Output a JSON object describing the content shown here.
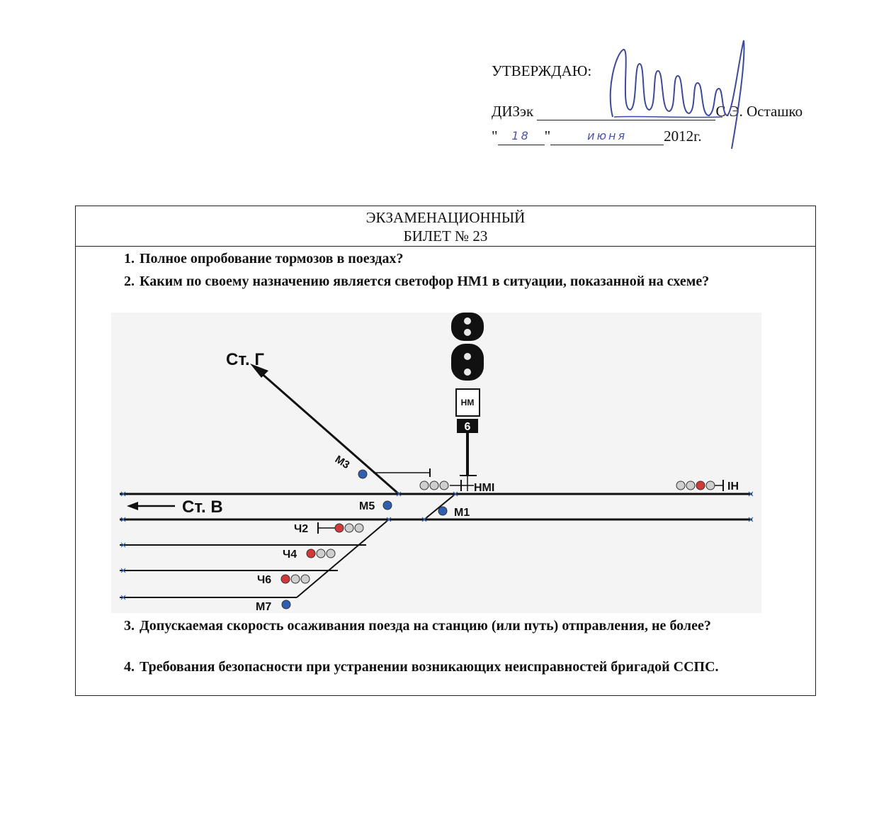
{
  "approval": {
    "approve_label": "УТВЕРЖДАЮ:",
    "position": "ДИЗэк",
    "signer": "С.Э. Осташко",
    "day": "18",
    "month": "июня",
    "year_text": "2012г."
  },
  "ticket": {
    "title_line1": "ЭКЗАМЕНАЦИОННЫЙ",
    "title_line2": "БИЛЕТ № 23",
    "questions": [
      {
        "num": "1.",
        "text": "Полное опробование тормозов в поездах?"
      },
      {
        "num": "2.",
        "text": "Каким по своему назначению является светофор НМ1 в ситуации, показанной на схеме?"
      },
      {
        "num": "3.",
        "text": "Допускаемая скорость осаживания поезда на станцию (или путь) отправления, не более?"
      },
      {
        "num": "4.",
        "text": "Требования безопасности при устранении возникающих неисправностей бригадой ССПС."
      }
    ]
  },
  "scheme": {
    "station_g": "Ст. Г",
    "station_v": "Ст. В",
    "sign_top": "НМ",
    "sign_number": "6",
    "signals": {
      "nm1": "НМI",
      "in": "IН",
      "m1": "М1",
      "m3": "М3",
      "m5": "М5",
      "m7": "М7",
      "ch2": "Ч2",
      "ch4": "Ч4",
      "ch6": "Ч6"
    },
    "colors": {
      "red": "#d23a3a",
      "blue": "#2f5fb0",
      "gray": "#bdbdbd"
    }
  }
}
